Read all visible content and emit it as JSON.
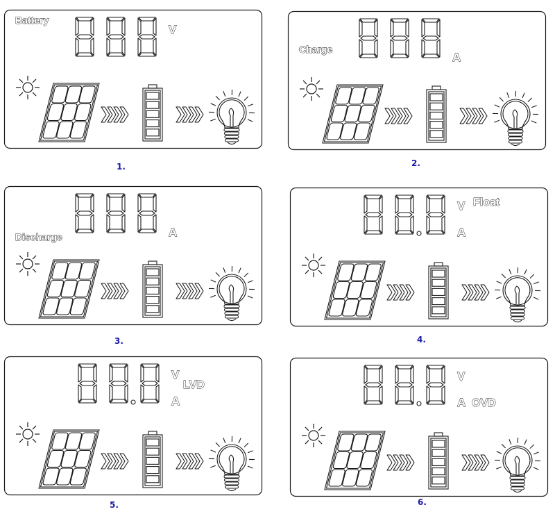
{
  "figure": {
    "panels": [
      {
        "caption": "1.",
        "digits": 3,
        "decimal_point": false,
        "units": [
          "V"
        ],
        "left_label": "Battery",
        "left_label_row": "top",
        "right_label": ""
      },
      {
        "caption": "2.",
        "digits": 3,
        "decimal_point": false,
        "units": [
          "A"
        ],
        "left_label": "Charge",
        "left_label_row": "mid",
        "right_label": ""
      },
      {
        "caption": "3.",
        "digits": 3,
        "decimal_point": false,
        "units": [
          "A"
        ],
        "left_label": "Discharge",
        "left_label_row": "bottom",
        "right_label": ""
      },
      {
        "caption": "4.",
        "digits": 3,
        "decimal_point": true,
        "units": [
          "V",
          "A"
        ],
        "left_label": "",
        "left_label_row": "",
        "right_label": "Float",
        "right_label_row": "top"
      },
      {
        "caption": "5.",
        "digits": 3,
        "decimal_point": true,
        "units": [
          "V",
          "A"
        ],
        "left_label": "",
        "left_label_row": "",
        "right_label": "LVD",
        "right_label_row": "mid"
      },
      {
        "caption": "6.",
        "digits": 3,
        "decimal_point": true,
        "units": [
          "V",
          "A"
        ],
        "left_label": "",
        "left_label_row": "",
        "right_label": "OVD",
        "right_label_row": "lower"
      }
    ],
    "icons": [
      "sun-icon",
      "solar-panel-icon",
      "chevron-arrows-icon",
      "battery-icon",
      "chevron-arrows-icon",
      "lightbulb-icon"
    ],
    "colors": {
      "line": "#1a1a1a",
      "caption": "#1a1aa8",
      "background": "#ffffff"
    }
  }
}
